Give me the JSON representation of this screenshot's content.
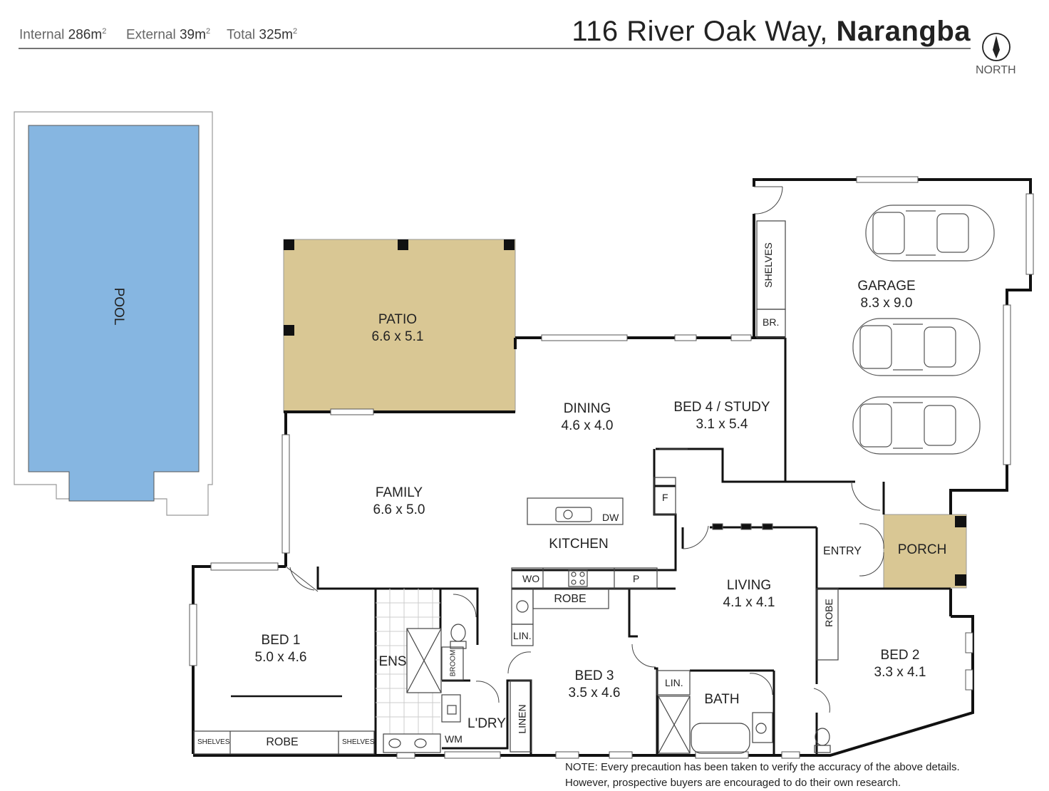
{
  "header": {
    "internal_label": "Internal",
    "internal_value": "286m",
    "external_label": "External",
    "external_value": "39m",
    "total_label": "Total",
    "total_value": "325m",
    "area_unit_superscript": "2"
  },
  "address": {
    "street": "116 River Oak Way,",
    "suburb": "Narangba"
  },
  "north_label": "NORTH",
  "rooms": {
    "pool": "POOL",
    "patio": {
      "name": "PATIO",
      "size": "6.6 x 5.1"
    },
    "dining": {
      "name": "DINING",
      "size": "4.6 x 4.0"
    },
    "bed4": {
      "name": "BED 4 / STUDY",
      "size": "3.1 x 5.4"
    },
    "garage": {
      "name": "GARAGE",
      "size": "8.3 x 9.0"
    },
    "family": {
      "name": "FAMILY",
      "size": "6.6 x 5.0"
    },
    "kitchen": "KITCHEN",
    "entry": "ENTRY",
    "porch": "PORCH",
    "living": {
      "name": "LIVING",
      "size": "4.1 x 4.1"
    },
    "bed1": {
      "name": "BED 1",
      "size": "5.0 x 4.6"
    },
    "ens": "ENS",
    "ldry": "L'DRY",
    "bed3": {
      "name": "BED 3",
      "size": "3.5 x 4.6"
    },
    "bath": "BATH",
    "bed2": {
      "name": "BED 2",
      "size": "3.3 x 4.1"
    }
  },
  "fixtures": {
    "shelves_garage": "SHELVES",
    "br": "BR.",
    "dw": "DW",
    "f": "F",
    "wo": "WO",
    "p": "P",
    "robe_kitchen": "ROBE",
    "lin_bed3": "LIN.",
    "broom": "BROOM",
    "linen": "LINEN",
    "wm": "WM",
    "shelves_left": "SHELVES",
    "robe_bed1": "ROBE",
    "shelves_right": "SHELVES",
    "lin_bath": "LIN.",
    "robe_bed2": "ROBE"
  },
  "note": {
    "line1": "NOTE: Every precaution has been taken to verify the accuracy of the above details.",
    "line2": "However, prospective buyers are encouraged to do their own research."
  },
  "colors": {
    "pool_water": "#86b6e1",
    "patio": "#d9c794",
    "porch": "#d9c794",
    "wall": "#111111"
  }
}
